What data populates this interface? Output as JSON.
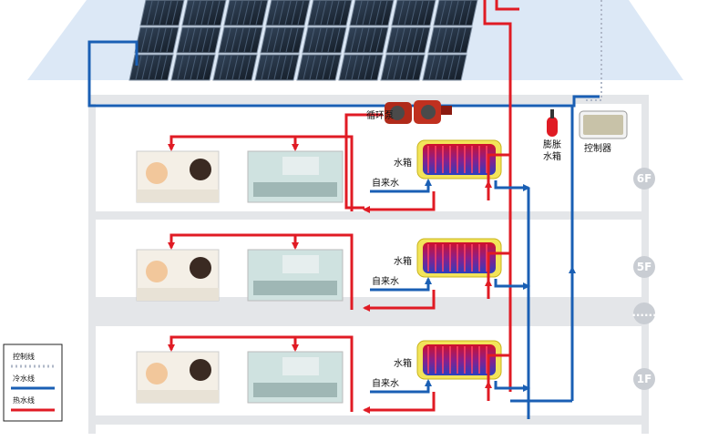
{
  "labels": {
    "pump": "循环泵",
    "expansion_tank": "膨胀\n水箱",
    "controller": "控制器",
    "water_tank": "水箱",
    "tap_water": "自来水",
    "more_floors": "......"
  },
  "floors": [
    {
      "id": "6F",
      "label": "6F",
      "has_tap_label": true
    },
    {
      "id": "5F",
      "label": "5F",
      "has_tap_label": true
    },
    {
      "id": "1F",
      "label": "1F",
      "has_tap_label": true
    }
  ],
  "legend": [
    {
      "label": "控制线",
      "color": "#b0b8c8",
      "style": "dotted"
    },
    {
      "label": "冷水线",
      "color": "#1a5fb4",
      "style": "solid"
    },
    {
      "label": "热水线",
      "color": "#e01b24",
      "style": "solid"
    }
  ],
  "colors": {
    "hot": "#e01b24",
    "cold": "#1a5fb4",
    "control": "#b0b8c8",
    "building": "#e6e8eb",
    "roof": "#dde9f7",
    "panel": "#1f2a38",
    "floor_badge": "#c9cdd3"
  }
}
